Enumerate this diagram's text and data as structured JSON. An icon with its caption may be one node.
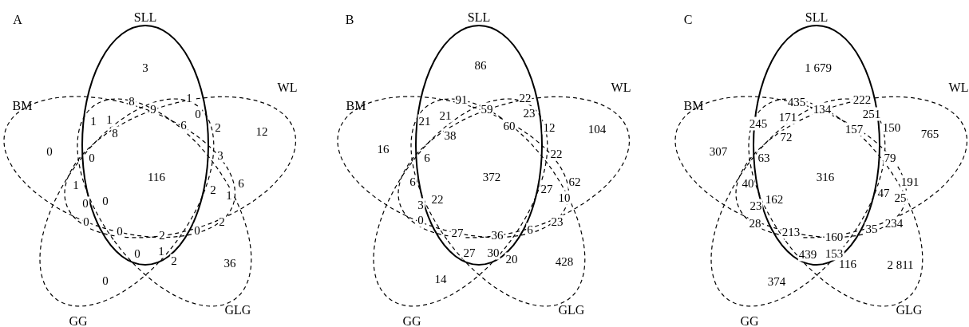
{
  "diagram": {
    "nodes": [
      {
        "text": [
          "SLL"
        ]
      },
      {
        "text": [
          "WL"
        ]
      },
      {
        "text": [
          "BM"
        ]
      },
      {
        "text": [
          "GLG"
        ]
      },
      {
        "text": [
          "GG"
        ]
      },
      {
        "text": [
          "SLL"
        ]
      },
      {
        "text": [
          "WL"
        ]
      },
      {
        "text": [
          "BM"
        ]
      },
      {
        "text": [
          "GLG"
        ]
      },
      {
        "text": [
          "GG"
        ]
      },
      {
        "text": [
          "SLL"
        ]
      },
      {
        "text": [
          "WL"
        ]
      },
      {
        "text": [
          "BM"
        ]
      },
      {
        "text": [
          "GLG"
        ]
      },
      {
        "text": [
          "GG"
        ]
      }
    ],
    "labels": [
      "A",
      "3",
      "1",
      "8",
      "9",
      "0",
      "1",
      "1",
      "6",
      "8",
      "2",
      "12",
      "0",
      "0",
      "3",
      "116",
      "1",
      "6",
      "2",
      "1",
      "0",
      "0",
      "0",
      "2",
      "0",
      "2",
      "0",
      "0",
      "1",
      "2",
      "36",
      "0",
      "B",
      "86",
      "91",
      "22",
      "59",
      "23",
      "21",
      "21",
      "60",
      "12",
      "104",
      "38",
      "16",
      "6",
      "22",
      "372",
      "6",
      "27",
      "62",
      "22",
      "3",
      "10",
      "0",
      "23",
      "27",
      "36",
      "6",
      "27",
      "30",
      "20",
      "428",
      "14",
      "C",
      "1 679",
      "435",
      "222",
      "134",
      "251",
      "245",
      "171",
      "157",
      "150",
      "765",
      "72",
      "307",
      "63",
      "79",
      "316",
      "40",
      "191",
      "23",
      "162",
      "47",
      "25",
      "28",
      "234",
      "35",
      "213",
      "160",
      "439",
      "153",
      "116",
      "2 811",
      "374"
    ]
  }
}
